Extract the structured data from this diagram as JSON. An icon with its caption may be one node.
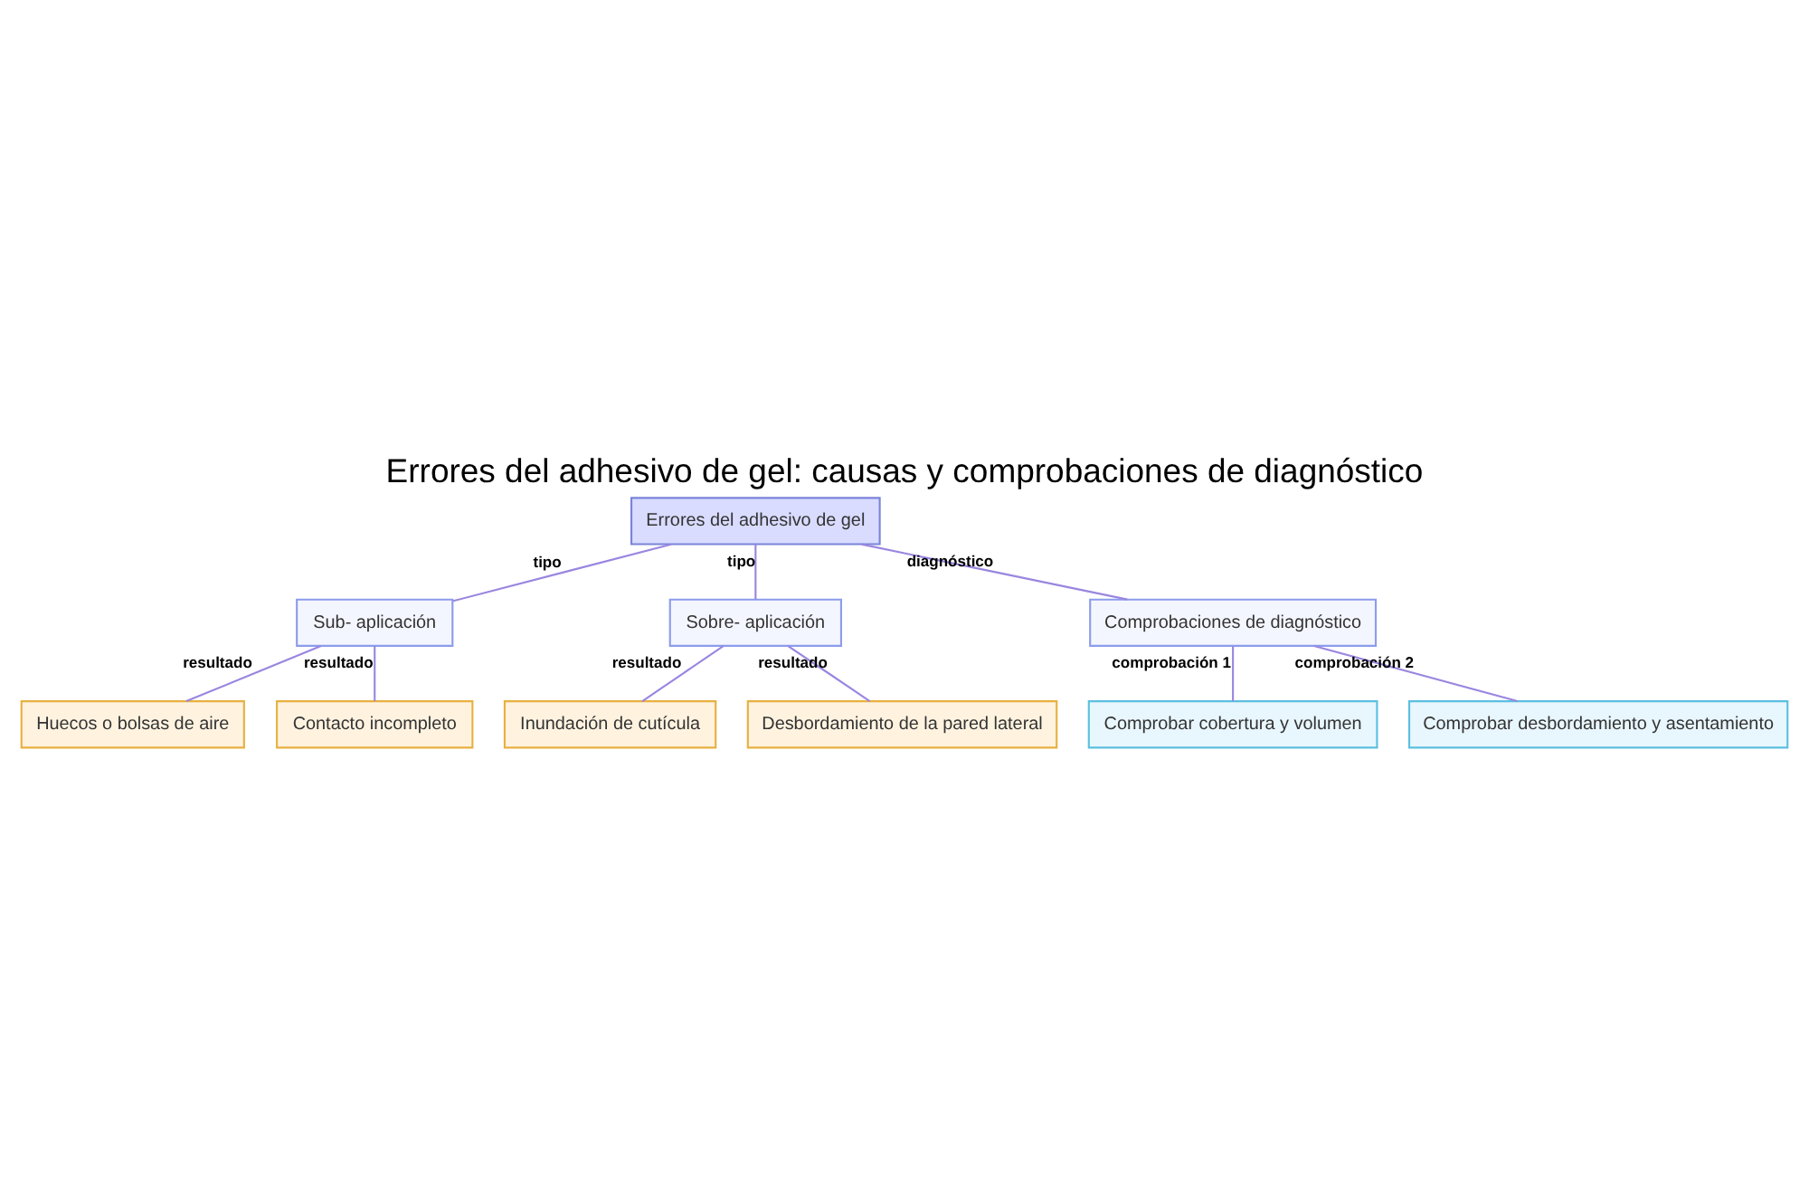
{
  "diagram": {
    "title": "Errores del adhesivo de gel: causas y comprobaciones de diagnóstico",
    "nodes": [
      {
        "text": [
          "Errores del adhesivo de gel"
        ]
      },
      {
        "text": [
          "Sub- aplicación"
        ]
      },
      {
        "text": [
          "Sobre- aplicación"
        ]
      },
      {
        "text": [
          "Comprobaciones de diagnóstico"
        ]
      },
      {
        "text": [
          "Huecos o bolsas de aire"
        ]
      },
      {
        "text": [
          "Contacto incompleto"
        ]
      },
      {
        "text": [
          "Inundación de cutícula"
        ]
      },
      {
        "text": [
          "Desbordamiento de la pared lateral"
        ]
      },
      {
        "text": [
          "Comprobar cobertura y volumen"
        ]
      },
      {
        "text": [
          "Comprobar desbordamiento y asentamiento"
        ]
      }
    ],
    "edges": [
      {
        "from": 0,
        "to": 1,
        "arrow": "none",
        "label": "tipo"
      },
      {
        "from": 0,
        "to": 2,
        "arrow": "none",
        "label": "tipo"
      },
      {
        "from": 0,
        "to": 3,
        "arrow": "none",
        "label": "diagnóstico"
      },
      {
        "from": 1,
        "to": 4,
        "arrow": "none",
        "label": "resultado"
      },
      {
        "from": 1,
        "to": 5,
        "arrow": "none",
        "label": "resultado"
      },
      {
        "from": 2,
        "to": 6,
        "arrow": "none",
        "label": "resultado"
      },
      {
        "from": 2,
        "to": 7,
        "arrow": "none",
        "label": "resultado"
      },
      {
        "from": 3,
        "to": 8,
        "arrow": "none",
        "label": "comprobación 1"
      },
      {
        "from": 3,
        "to": 9,
        "arrow": "none",
        "label": "comprobación 2"
      }
    ]
  }
}
